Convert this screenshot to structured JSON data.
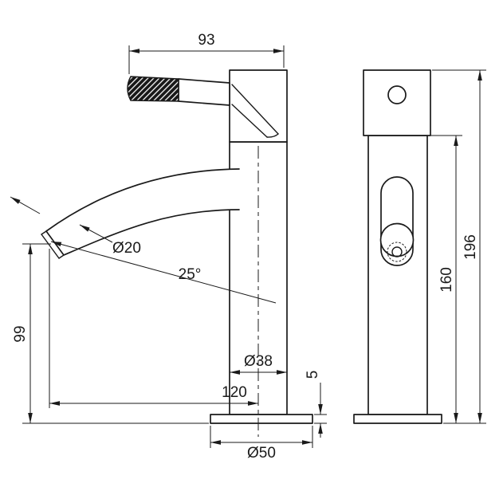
{
  "diagram": {
    "title": "faucet-dimension-drawing",
    "colors": {
      "line": "#1a1a1a",
      "background": "#ffffff"
    },
    "labels": {
      "handle_length": "93",
      "total_height": "196",
      "body_height": "160",
      "spout_height": "99",
      "spout_diameter": "Ø20",
      "spout_angle": "25°",
      "body_diameter": "Ø38",
      "spout_reach": "120",
      "base_thickness": "5",
      "base_diameter": "Ø50"
    }
  }
}
